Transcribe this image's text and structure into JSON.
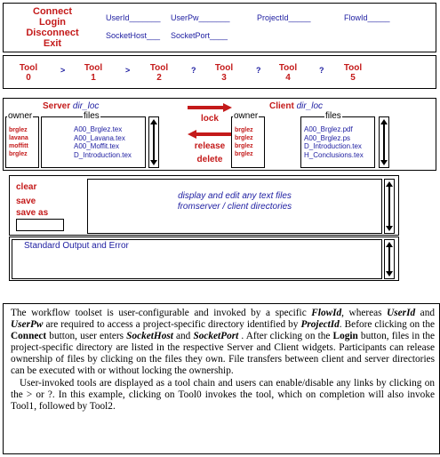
{
  "menu": {
    "connect": "Connect",
    "login": "Login",
    "disconnect": "Disconnect",
    "exit": "Exit"
  },
  "fields": {
    "userid": "UserId_______",
    "userpw": "UserPw_______",
    "projectid": "ProjectId_____",
    "flowid": "FlowId_____",
    "sockethost": "SocketHost___",
    "socketport": "SocketPort____"
  },
  "toolchain": {
    "tool_label": "Tool",
    "tools": [
      "0",
      "1",
      "2",
      "3",
      "4",
      "5"
    ],
    "links": [
      ">",
      ">",
      "?",
      "?",
      "?"
    ]
  },
  "server": {
    "title": "Server",
    "dir": "dir_loc",
    "owner_label": "owner",
    "files_label": "files",
    "owners": [
      "brglez",
      "lavana",
      "moffitt",
      "brglez"
    ],
    "files": [
      "A00_Brglez.tex",
      "A00_Lavana.tex",
      "A00_Moffit.tex",
      "D_Introduction.tex"
    ]
  },
  "client": {
    "title": "Client",
    "dir": "dir_loc",
    "owner_label": "owner",
    "files_label": "files",
    "owners": [
      "brglez",
      "brglez",
      "brglez",
      "brglez"
    ],
    "files": [
      "A00_Brglez.pdf",
      "A00_Brglez.ps",
      "D_Introduction.tex",
      "H_Conclusions.tex"
    ]
  },
  "transfer": {
    "lock": "lock",
    "release": "release",
    "delete": "delete"
  },
  "editor": {
    "clear": "clear",
    "save": "save",
    "save_as": "save as",
    "line1": "display and edit any text files",
    "line2": "fromserver / client directories"
  },
  "output": {
    "title": "Standard Output and Error"
  },
  "colors": {
    "label_red": "#c41a1a",
    "text_blue": "#1c1ca0"
  }
}
